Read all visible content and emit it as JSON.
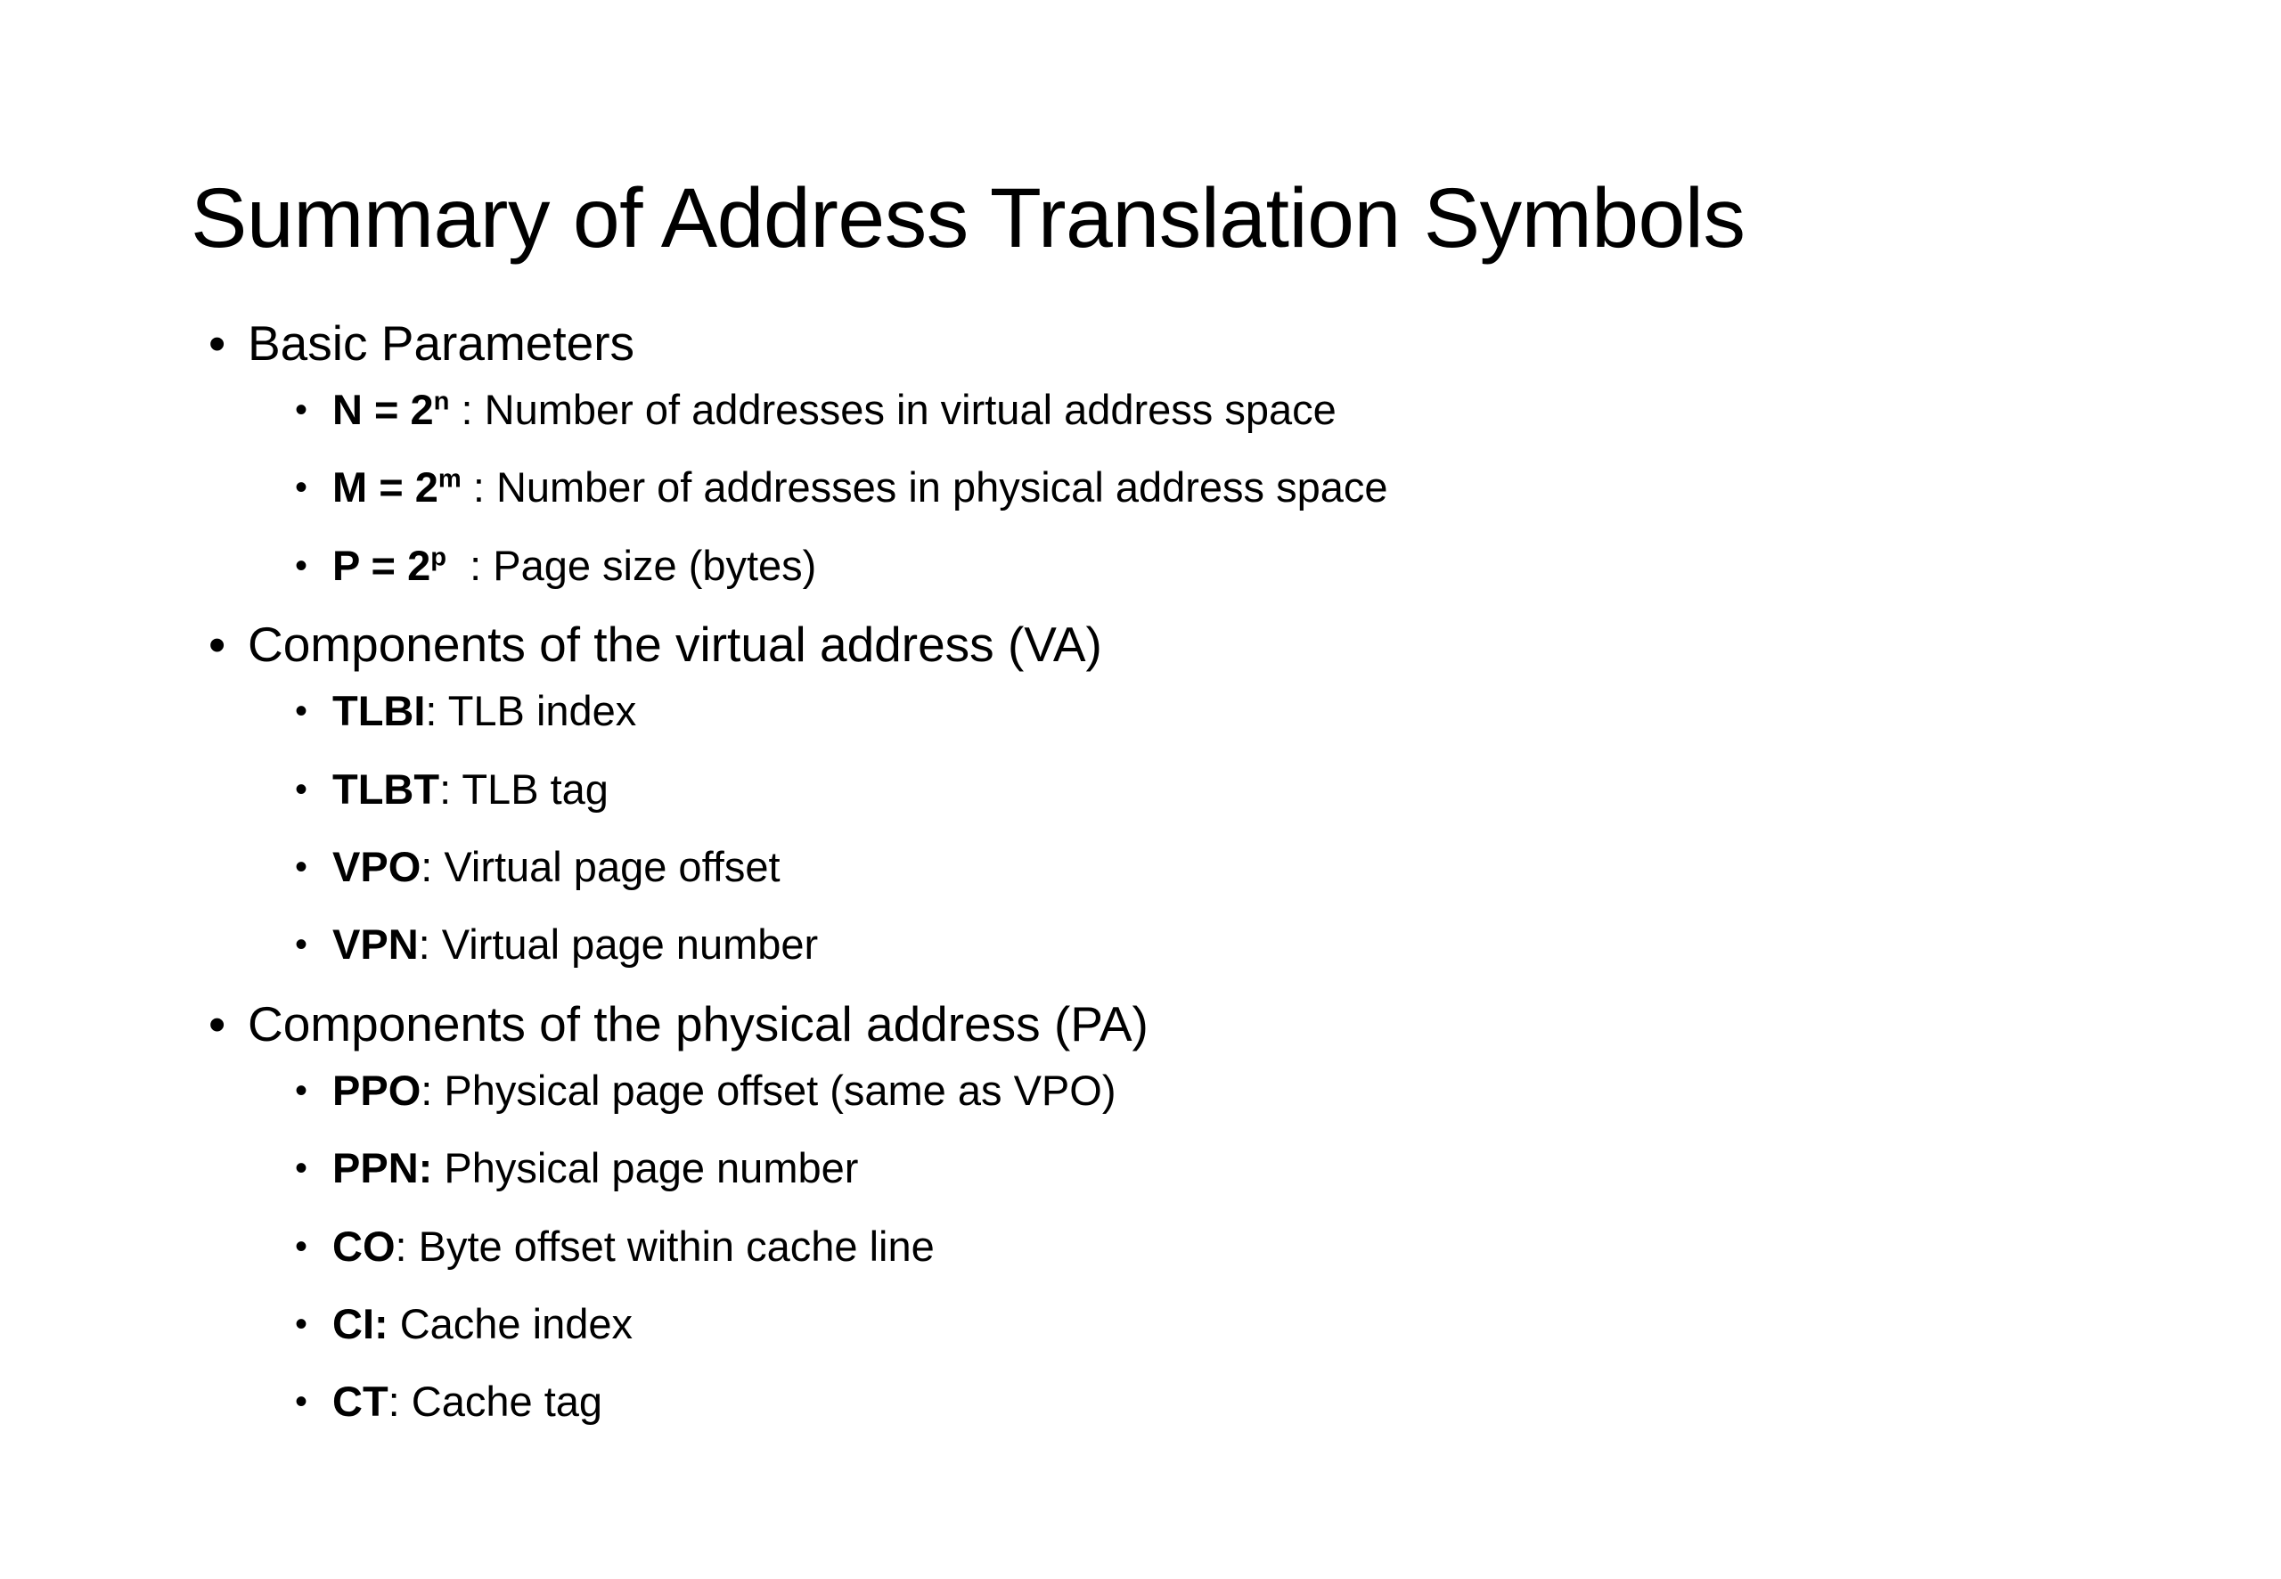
{
  "slide": {
    "background_color": "#ffffff",
    "text_color": "#000000",
    "title": "Summary of Address Translation Symbols",
    "bullet_glyph": "•"
  },
  "sections": [
    {
      "heading": "Basic Parameters",
      "items": [
        {
          "bold": "N = 2",
          "exponent": "n",
          "rest": " : Number of addresses in virtual address space",
          "full": "N = 2n : Number of addresses in virtual address space"
        },
        {
          "bold": "M = 2",
          "exponent": "m",
          "rest": " : Number of addresses in physical address space",
          "full": "M = 2m : Number of addresses in physical address space"
        },
        {
          "bold": "P = 2",
          "exponent": "p",
          "rest": "  : Page size (bytes)",
          "full": "P = 2p  : Page size (bytes)"
        }
      ]
    },
    {
      "heading": "Components of the virtual address (VA)",
      "items": [
        {
          "bold": "TLBI",
          "rest": ": TLB index",
          "full": "TLBI: TLB index"
        },
        {
          "bold": "TLBT",
          "rest": ": TLB tag",
          "full": "TLBT: TLB tag"
        },
        {
          "bold": "VPO",
          "rest": ": Virtual page offset",
          "full": "VPO: Virtual page offset"
        },
        {
          "bold": "VPN",
          "rest": ": Virtual page number",
          "full": "VPN: Virtual page number"
        }
      ]
    },
    {
      "heading": "Components of the physical address (PA)",
      "items": [
        {
          "bold": "PPO",
          "rest": ": Physical page offset (same as VPO)",
          "full": "PPO: Physical page offset (same as VPO)"
        },
        {
          "bold": "PPN:",
          "rest": " Physical page number",
          "full": "PPN: Physical page number"
        },
        {
          "bold": "CO",
          "rest": ": Byte offset within cache line",
          "full": "CO: Byte offset within cache line"
        },
        {
          "bold": "CI:",
          "rest": " Cache index",
          "full": "CI: Cache index"
        },
        {
          "bold": "CT",
          "rest": ": Cache tag",
          "full": "CT: Cache tag"
        }
      ]
    }
  ]
}
